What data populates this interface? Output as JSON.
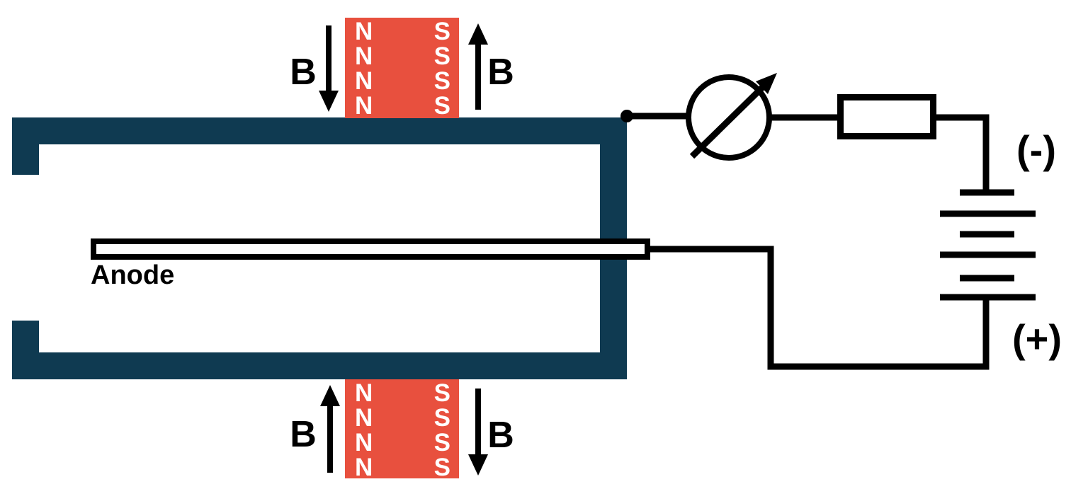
{
  "labels": {
    "anode": "Anode",
    "negative_terminal": "(-)",
    "positive_terminal": "(+)",
    "magnetic_field": "B"
  },
  "magnets": {
    "top": {
      "left_pole": [
        "N",
        "N",
        "N",
        "N"
      ],
      "right_pole": [
        "S",
        "S",
        "S",
        "S"
      ],
      "left_arrow": "down",
      "right_arrow": "up"
    },
    "bottom": {
      "left_pole": [
        "N",
        "N",
        "N",
        "N"
      ],
      "right_pole": [
        "S",
        "S",
        "S",
        "S"
      ],
      "left_arrow": "up",
      "right_arrow": "down"
    }
  },
  "battery": {
    "cells": 3,
    "top_terminal": "(-)",
    "bottom_terminal": "(+)"
  },
  "colors": {
    "tube": "#0f3a51",
    "magnet": "#e8503e",
    "line": "#000000",
    "pole_text": "#ffffff",
    "background": "#ffffff"
  }
}
